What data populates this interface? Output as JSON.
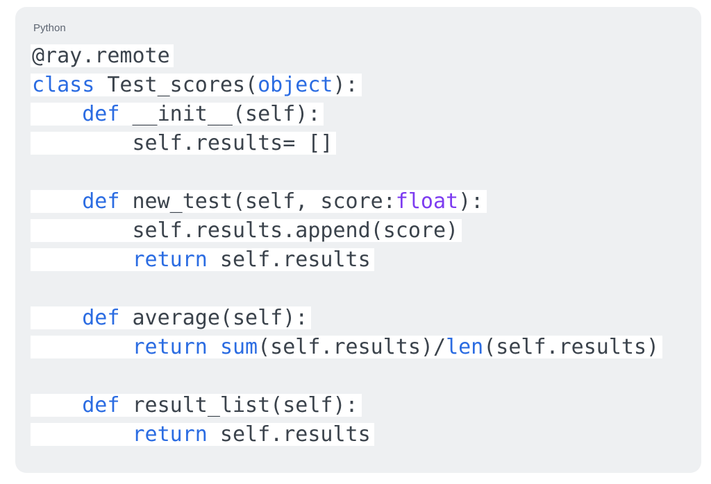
{
  "card": {
    "language_label": "Python",
    "colors": {
      "page_bg": "#ffffff",
      "card_bg": "#eef0f2",
      "line_bg": "#ffffff",
      "text": "#3b434c",
      "keyword": "#2b6ce2",
      "type": "#7d3cf0",
      "label": "#5d6571"
    }
  },
  "code": {
    "plain_text": "@ray.remote\nclass Test_scores(object):\n    def __init__(self):\n        self.results= []\n\n    def new_test(self, score:float):\n        self.results.append(score)\n        return self.results\n\n    def average(self):\n        return sum(self.results)/len(self.results)\n\n    def result_list(self):\n        return self.results",
    "lines": [
      {
        "segments": [
          {
            "text": "@ray.remote",
            "style": "plain"
          }
        ]
      },
      {
        "segments": [
          {
            "text": "class",
            "style": "keyword"
          },
          {
            "text": " Test_scores(",
            "style": "plain"
          },
          {
            "text": "object",
            "style": "keyword"
          },
          {
            "text": "):",
            "style": "plain"
          }
        ]
      },
      {
        "segments": [
          {
            "text": "    ",
            "style": "plain"
          },
          {
            "text": "def",
            "style": "keyword"
          },
          {
            "text": " __init__(self):",
            "style": "plain"
          }
        ]
      },
      {
        "segments": [
          {
            "text": "        self.results= []",
            "style": "plain"
          }
        ]
      },
      {
        "segments": []
      },
      {
        "segments": [
          {
            "text": "    ",
            "style": "plain"
          },
          {
            "text": "def",
            "style": "keyword"
          },
          {
            "text": " new_test(self, score:",
            "style": "plain"
          },
          {
            "text": "float",
            "style": "type"
          },
          {
            "text": "):",
            "style": "plain"
          }
        ]
      },
      {
        "segments": [
          {
            "text": "        self.results.append(score)",
            "style": "plain"
          }
        ]
      },
      {
        "segments": [
          {
            "text": "        ",
            "style": "plain"
          },
          {
            "text": "return",
            "style": "keyword"
          },
          {
            "text": " self.results",
            "style": "plain"
          }
        ]
      },
      {
        "segments": []
      },
      {
        "segments": [
          {
            "text": "    ",
            "style": "plain"
          },
          {
            "text": "def",
            "style": "keyword"
          },
          {
            "text": " average(self):",
            "style": "plain"
          }
        ]
      },
      {
        "segments": [
          {
            "text": "        ",
            "style": "plain"
          },
          {
            "text": "return",
            "style": "keyword"
          },
          {
            "text": " ",
            "style": "plain"
          },
          {
            "text": "sum",
            "style": "keyword"
          },
          {
            "text": "(self.results)/",
            "style": "plain"
          },
          {
            "text": "len",
            "style": "keyword"
          },
          {
            "text": "(self.results)",
            "style": "plain"
          }
        ]
      },
      {
        "segments": []
      },
      {
        "segments": [
          {
            "text": "    ",
            "style": "plain"
          },
          {
            "text": "def",
            "style": "keyword"
          },
          {
            "text": " result_list(self):",
            "style": "plain"
          }
        ]
      },
      {
        "segments": [
          {
            "text": "        ",
            "style": "plain"
          },
          {
            "text": "return",
            "style": "keyword"
          },
          {
            "text": " self.results",
            "style": "plain"
          }
        ]
      }
    ]
  }
}
